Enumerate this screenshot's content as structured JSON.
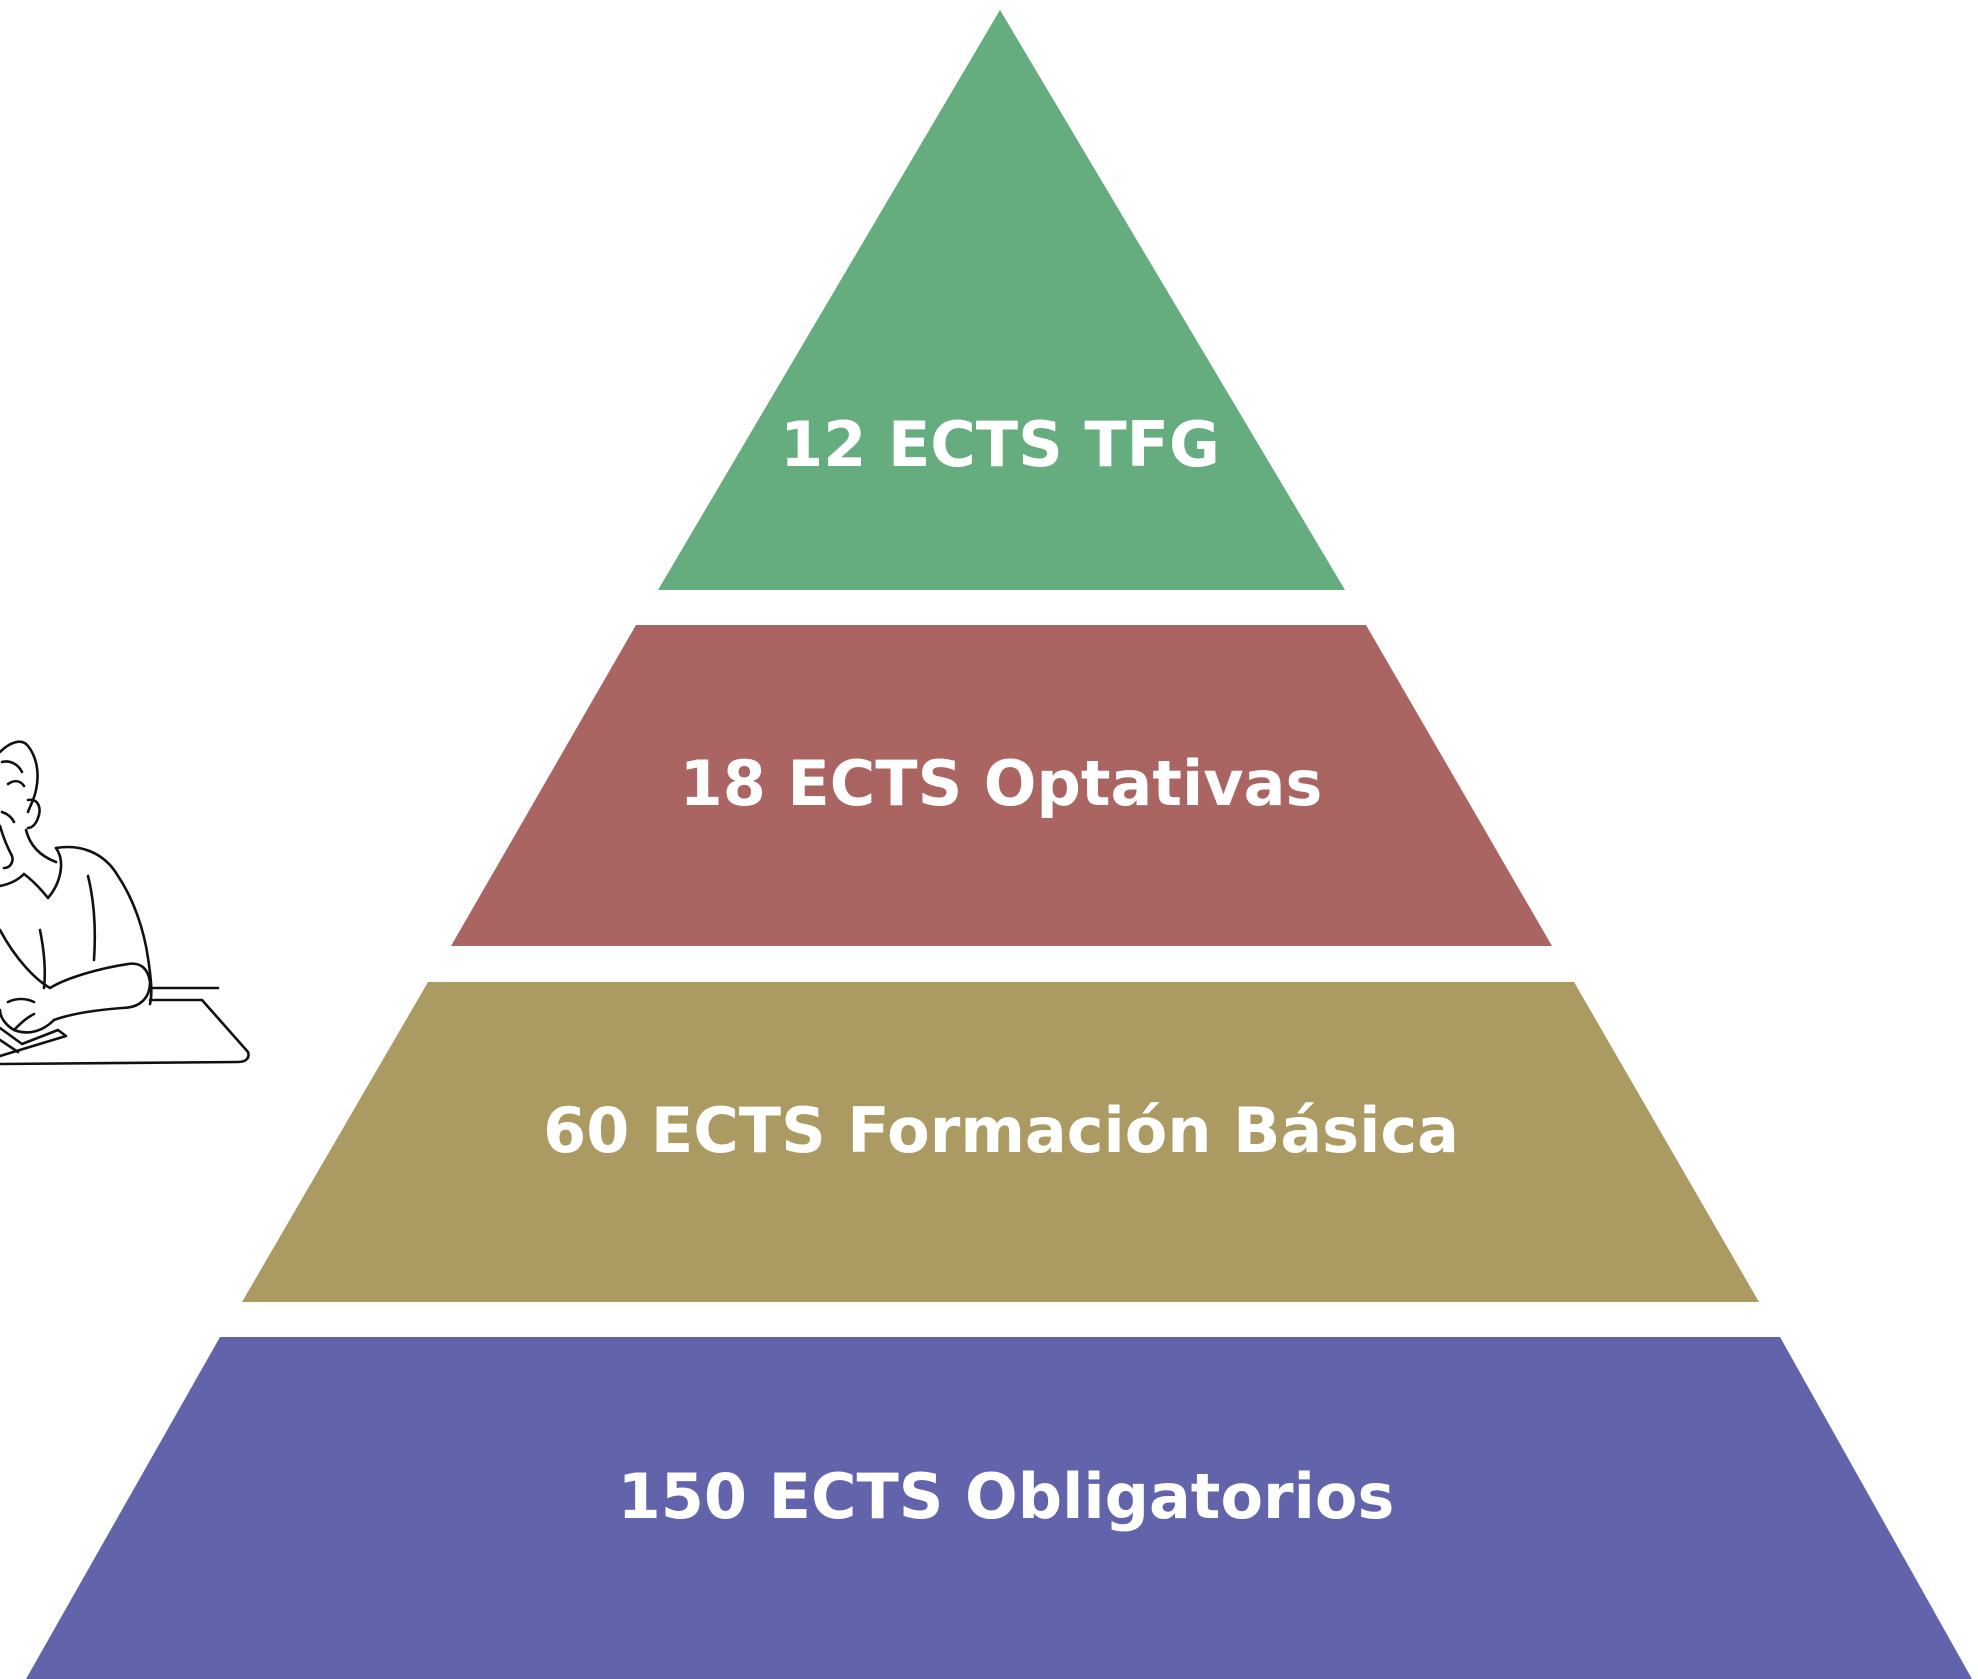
{
  "pyramid": {
    "tiers": [
      {
        "label": "12 ECTS TFG",
        "credits": 12,
        "color": "#65ac7e"
      },
      {
        "label": "18 ECTS Optativas",
        "credits": 18,
        "color": "#aa6462"
      },
      {
        "label": "60 ECTS Formación Básica",
        "credits": 60,
        "color": "#ab9b63"
      },
      {
        "label": "150 ECTS Obligatorios",
        "credits": 150,
        "color": "#6264ab"
      }
    ]
  },
  "illustration": {
    "icon": "student-reading-icon"
  }
}
